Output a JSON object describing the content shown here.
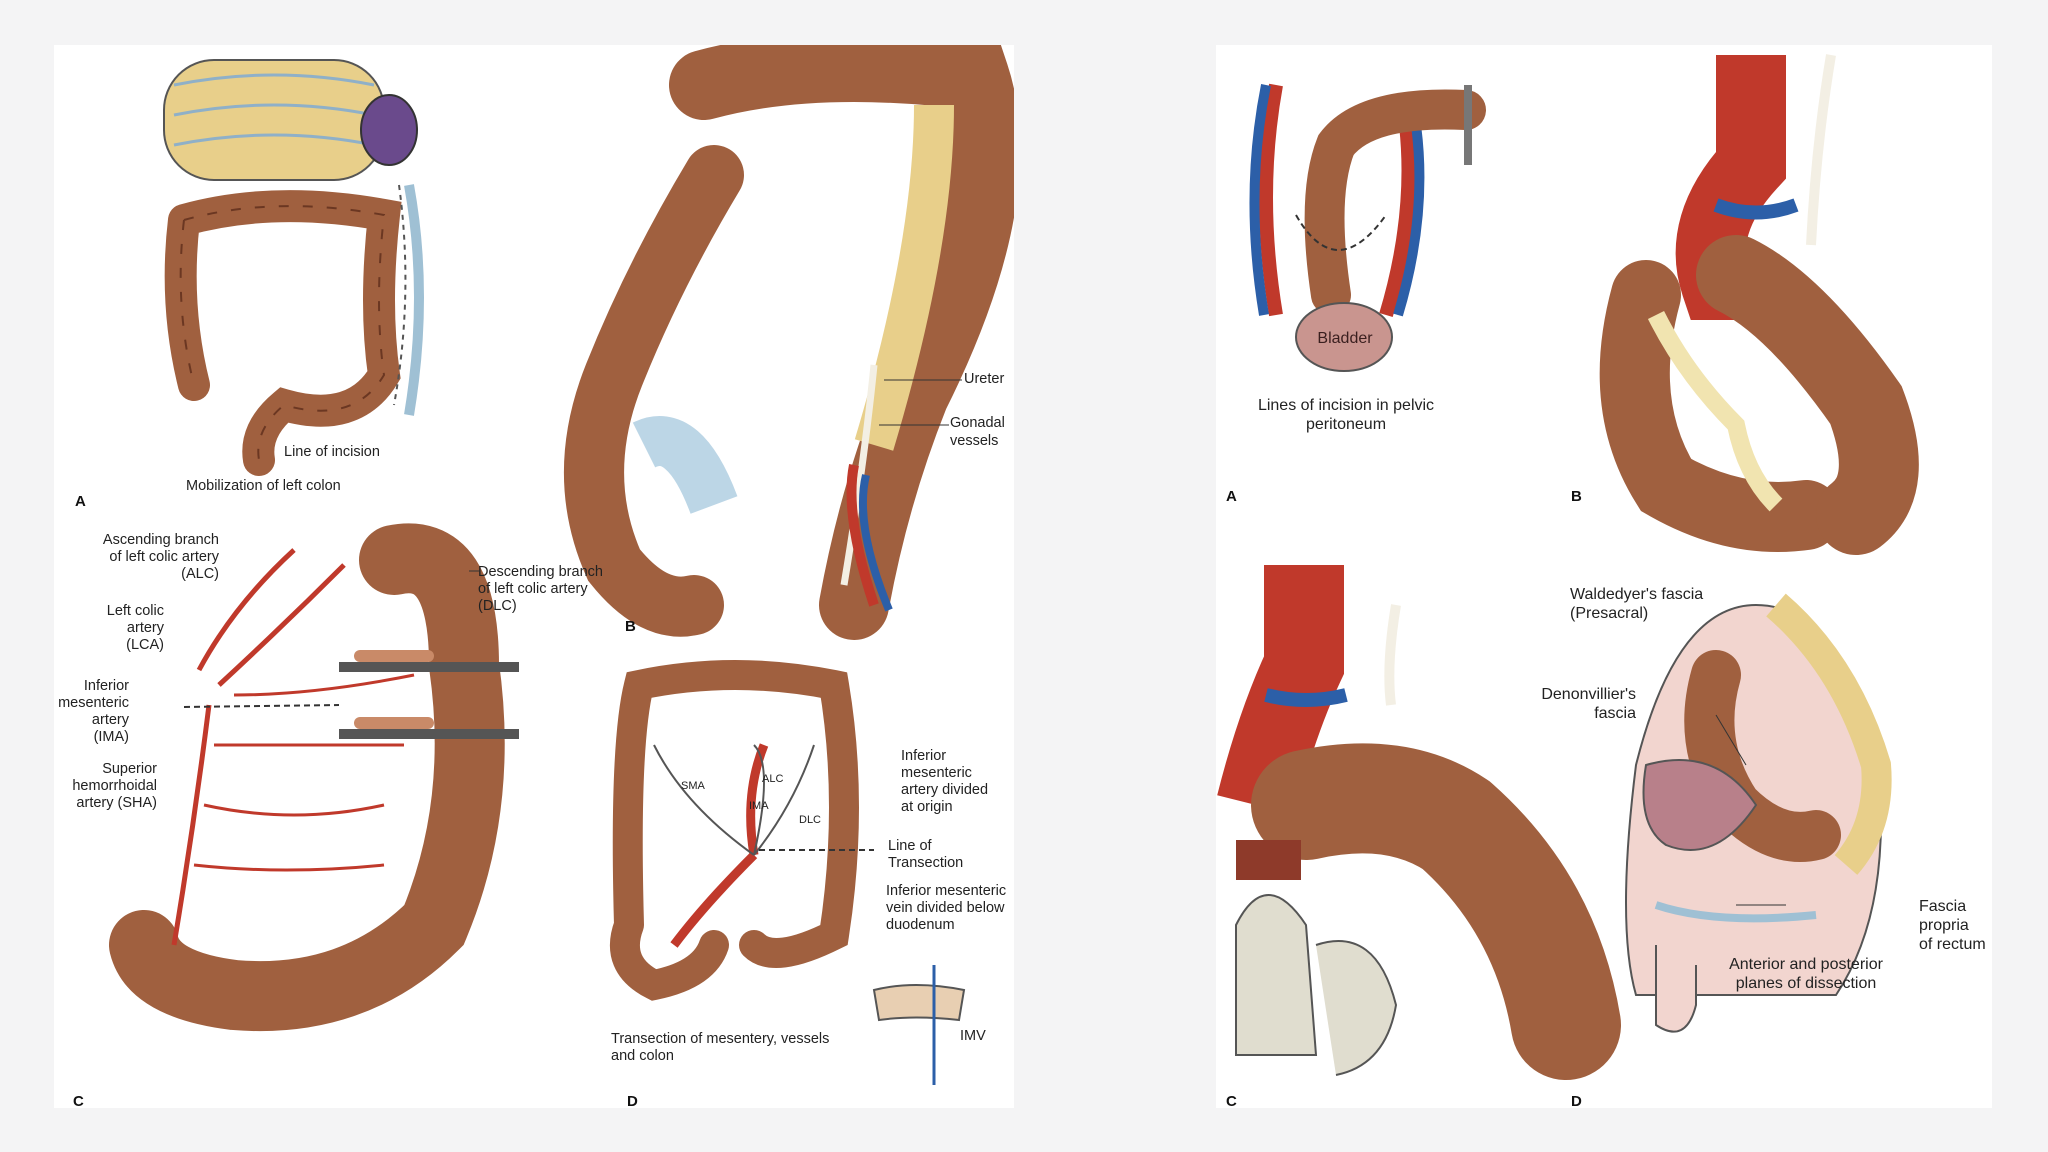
{
  "left_figure": {
    "A": {
      "letter": "A",
      "line_of_incision": "Line of incision",
      "caption": "Mobilization of left colon"
    },
    "B": {
      "letter": "B",
      "ureter": "Ureter",
      "gonadal_1": "Gonadal",
      "gonadal_2": "vessels"
    },
    "C": {
      "letter": "C",
      "alc": [
        "Ascending branch",
        "of left colic artery",
        "(ALC)"
      ],
      "lca": [
        "Left colic",
        "artery",
        "(LCA)"
      ],
      "ima": [
        "Inferior",
        "mesenteric",
        "artery",
        "(IMA)"
      ],
      "sha": [
        "Superior",
        "hemorrhoidal",
        "artery (SHA)"
      ],
      "dlc": [
        "Descending branch",
        "of left colic artery",
        "(DLC)"
      ]
    },
    "D": {
      "letter": "D",
      "sma": "SMA",
      "alc": "ALC",
      "ima": "IMA",
      "dlc": "DLC",
      "ima_divided": [
        "Inferior",
        "mesenteric",
        "artery divided",
        "at origin"
      ],
      "line_of_transection": [
        "Line of",
        "Transection"
      ],
      "imv_divided": [
        "Inferior mesenteric",
        "vein divided below",
        "duodenum"
      ],
      "imv": "IMV",
      "caption": [
        "Transection of mesentery, vessels",
        "and colon"
      ]
    }
  },
  "right_figure": {
    "A": {
      "letter": "A",
      "bladder": "Bladder",
      "caption": [
        "Lines of incision in pelvic",
        "peritoneum"
      ]
    },
    "B": {
      "letter": "B"
    },
    "C": {
      "letter": "C"
    },
    "D": {
      "letter": "D",
      "waldeyer": [
        "Waldedyer's fascia",
        "(Presacral)"
      ],
      "denonvillier": [
        "Denonvillier's",
        "fascia"
      ],
      "fascia_propria": [
        "Fascia",
        "propria",
        "of rectum"
      ],
      "planes": [
        "Anterior and posterior",
        "planes of dissection"
      ]
    }
  },
  "colors": {
    "colon": "#a0603f",
    "colon_dark": "#6b3722",
    "artery": "#c0392b",
    "vein": "#2c5fa8",
    "fat": "#e8cf8a",
    "glove": "#e0ddcf",
    "bladder": "#c9958f"
  }
}
